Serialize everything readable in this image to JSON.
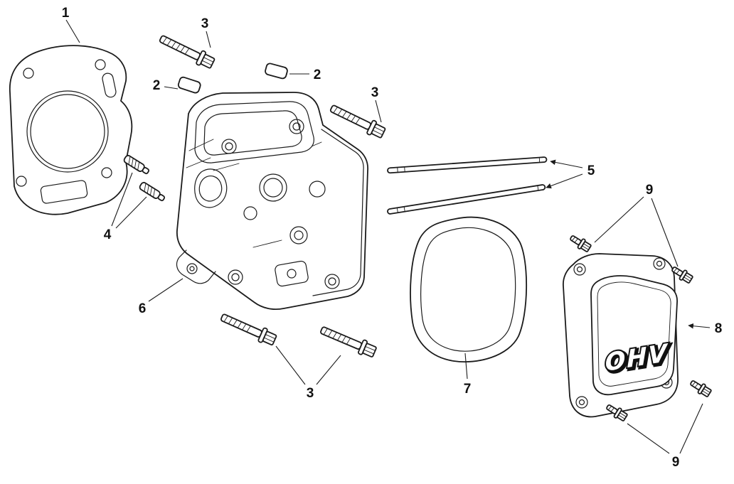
{
  "diagram": {
    "background": "#ffffff",
    "line_color": "#1b1b1b"
  },
  "callouts": [
    {
      "label": "1"
    },
    {
      "label": "2"
    },
    {
      "label": "2"
    },
    {
      "label": "3"
    },
    {
      "label": "3"
    },
    {
      "label": "3"
    },
    {
      "label": "4"
    },
    {
      "label": "5"
    },
    {
      "label": "6"
    },
    {
      "label": "7"
    },
    {
      "label": "8"
    },
    {
      "label": "9"
    },
    {
      "label": "9"
    }
  ],
  "cover": {
    "logo": "OHV"
  }
}
